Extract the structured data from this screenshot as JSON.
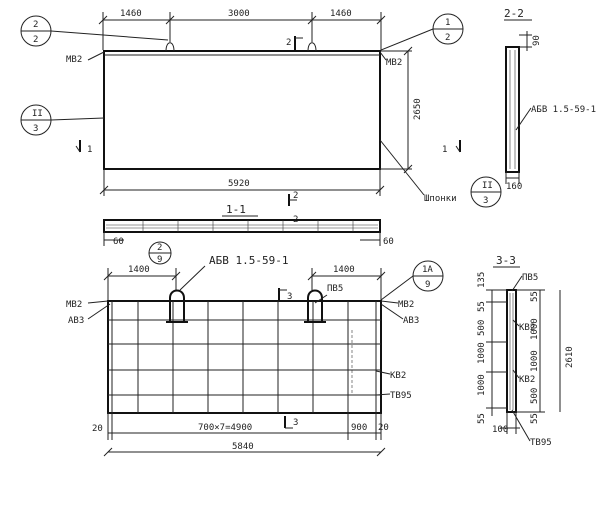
{
  "top_view": {
    "dims": [
      "1460",
      "3000",
      "1460",
      "5920",
      "2650"
    ],
    "marks": [
      "МВ2",
      "МВ2",
      "Шпонки"
    ],
    "callouts": [
      {
        "top": "2",
        "bottom": "2"
      },
      {
        "top": "1",
        "bottom": "2"
      },
      {
        "top": "II",
        "bottom": "3"
      },
      {
        "top": "II",
        "bottom": "3"
      }
    ],
    "section_marks": [
      "2",
      "1",
      "1",
      "2"
    ]
  },
  "section_2_2": {
    "title": "2-2",
    "dims": [
      "90",
      "160"
    ],
    "label": "АБВ 1.5-59-1"
  },
  "section_1_1": {
    "title": "1-1",
    "dims": [
      "60",
      "60"
    ],
    "section_mark": "2"
  },
  "bottom_view": {
    "callouts": [
      {
        "top": "2",
        "bottom": "9"
      },
      {
        "top": "1А",
        "bottom": "9"
      }
    ],
    "label_top": "АБВ 1.5-59-1",
    "dims": [
      "1400",
      "1400",
      "700×7=4900",
      "900",
      "20",
      "20",
      "5840"
    ],
    "marks": [
      "МВ2",
      "АВ3",
      "МВ2",
      "АВ3",
      "ПВ5",
      "КВ2",
      "ТВ95"
    ],
    "section_marks": [
      "3",
      "3"
    ]
  },
  "section_3_3": {
    "title": "3-3",
    "dims": [
      "135",
      "55",
      "500",
      "1000",
      "1000",
      "55",
      "55",
      "1000",
      "1000",
      "500",
      "55",
      "2610",
      "100"
    ],
    "marks": [
      "ПВ5",
      "КВ2",
      "КВ2",
      "ТВ95"
    ]
  }
}
